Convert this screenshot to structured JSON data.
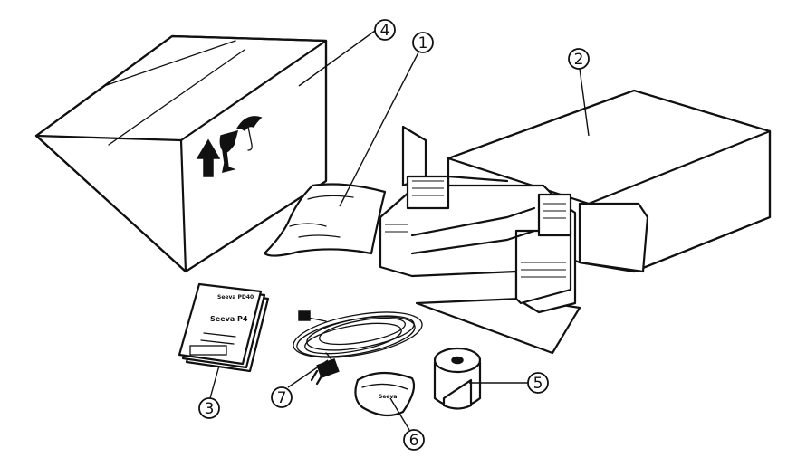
{
  "callouts": [
    {
      "id": "1",
      "label": "1"
    },
    {
      "id": "2",
      "label": "2"
    },
    {
      "id": "3",
      "label": "3"
    },
    {
      "id": "4",
      "label": "4"
    },
    {
      "id": "5",
      "label": "5"
    },
    {
      "id": "6",
      "label": "6"
    },
    {
      "id": "7",
      "label": "7"
    }
  ],
  "manual": {
    "title_small": "Seeva PD40",
    "title_large": "Seeva P4"
  },
  "pouch": {
    "label": "Seeva"
  },
  "icons": [
    "fragile-glass-icon",
    "umbrella-keep-dry-icon",
    "this-side-up-arrow-icon"
  ]
}
